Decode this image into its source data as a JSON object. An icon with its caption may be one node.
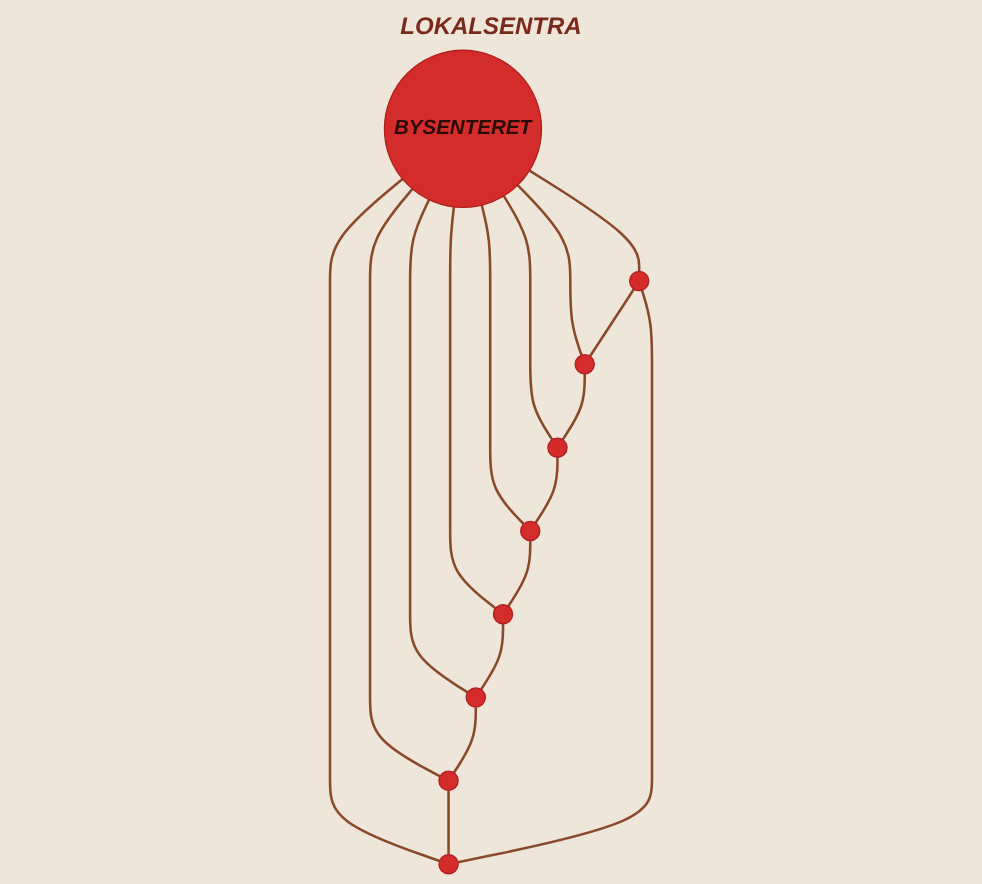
{
  "diagram": {
    "nodes": [
      {
        "text": [
          "BYSENTERET"
        ]
      },
      {
        "text": [],
        "shape": "circle"
      },
      {
        "text": [],
        "shape": "circle"
      },
      {
        "text": [],
        "shape": "circle"
      },
      {
        "text": [],
        "shape": "circle"
      },
      {
        "text": [],
        "shape": "circle"
      },
      {
        "text": [],
        "shape": "circle"
      },
      {
        "text": [],
        "shape": "circle"
      },
      {
        "text": [],
        "shape": "circle"
      }
    ],
    "edges": [
      {
        "from": 0,
        "to": 1,
        "arrow": "none"
      },
      {
        "from": 0,
        "to": 2,
        "arrow": "none"
      },
      {
        "from": 0,
        "to": 3,
        "arrow": "none"
      },
      {
        "from": 0,
        "to": 4,
        "arrow": "none"
      },
      {
        "from": 0,
        "to": 5,
        "arrow": "none"
      },
      {
        "from": 0,
        "to": 6,
        "arrow": "none"
      },
      {
        "from": 0,
        "to": 7,
        "arrow": "none"
      },
      {
        "from": 0,
        "to": 8,
        "arrow": "none"
      },
      {
        "from": 1,
        "to": 3,
        "arrow": "none"
      },
      {
        "from": 3,
        "to": 5,
        "arrow": "none"
      },
      {
        "from": 5,
        "to": 7,
        "arrow": "none"
      },
      {
        "from": 7,
        "to": 8,
        "arrow": "none"
      },
      {
        "from": 8,
        "to": 6,
        "arrow": "none"
      },
      {
        "from": 6,
        "to": 4,
        "arrow": "none"
      },
      {
        "from": 4,
        "to": 2,
        "arrow": "none"
      },
      {
        "from": 2,
        "to": 1,
        "arrow": "none"
      }
    ],
    "labels": [
      "LOKALSENTRA"
    ]
  }
}
